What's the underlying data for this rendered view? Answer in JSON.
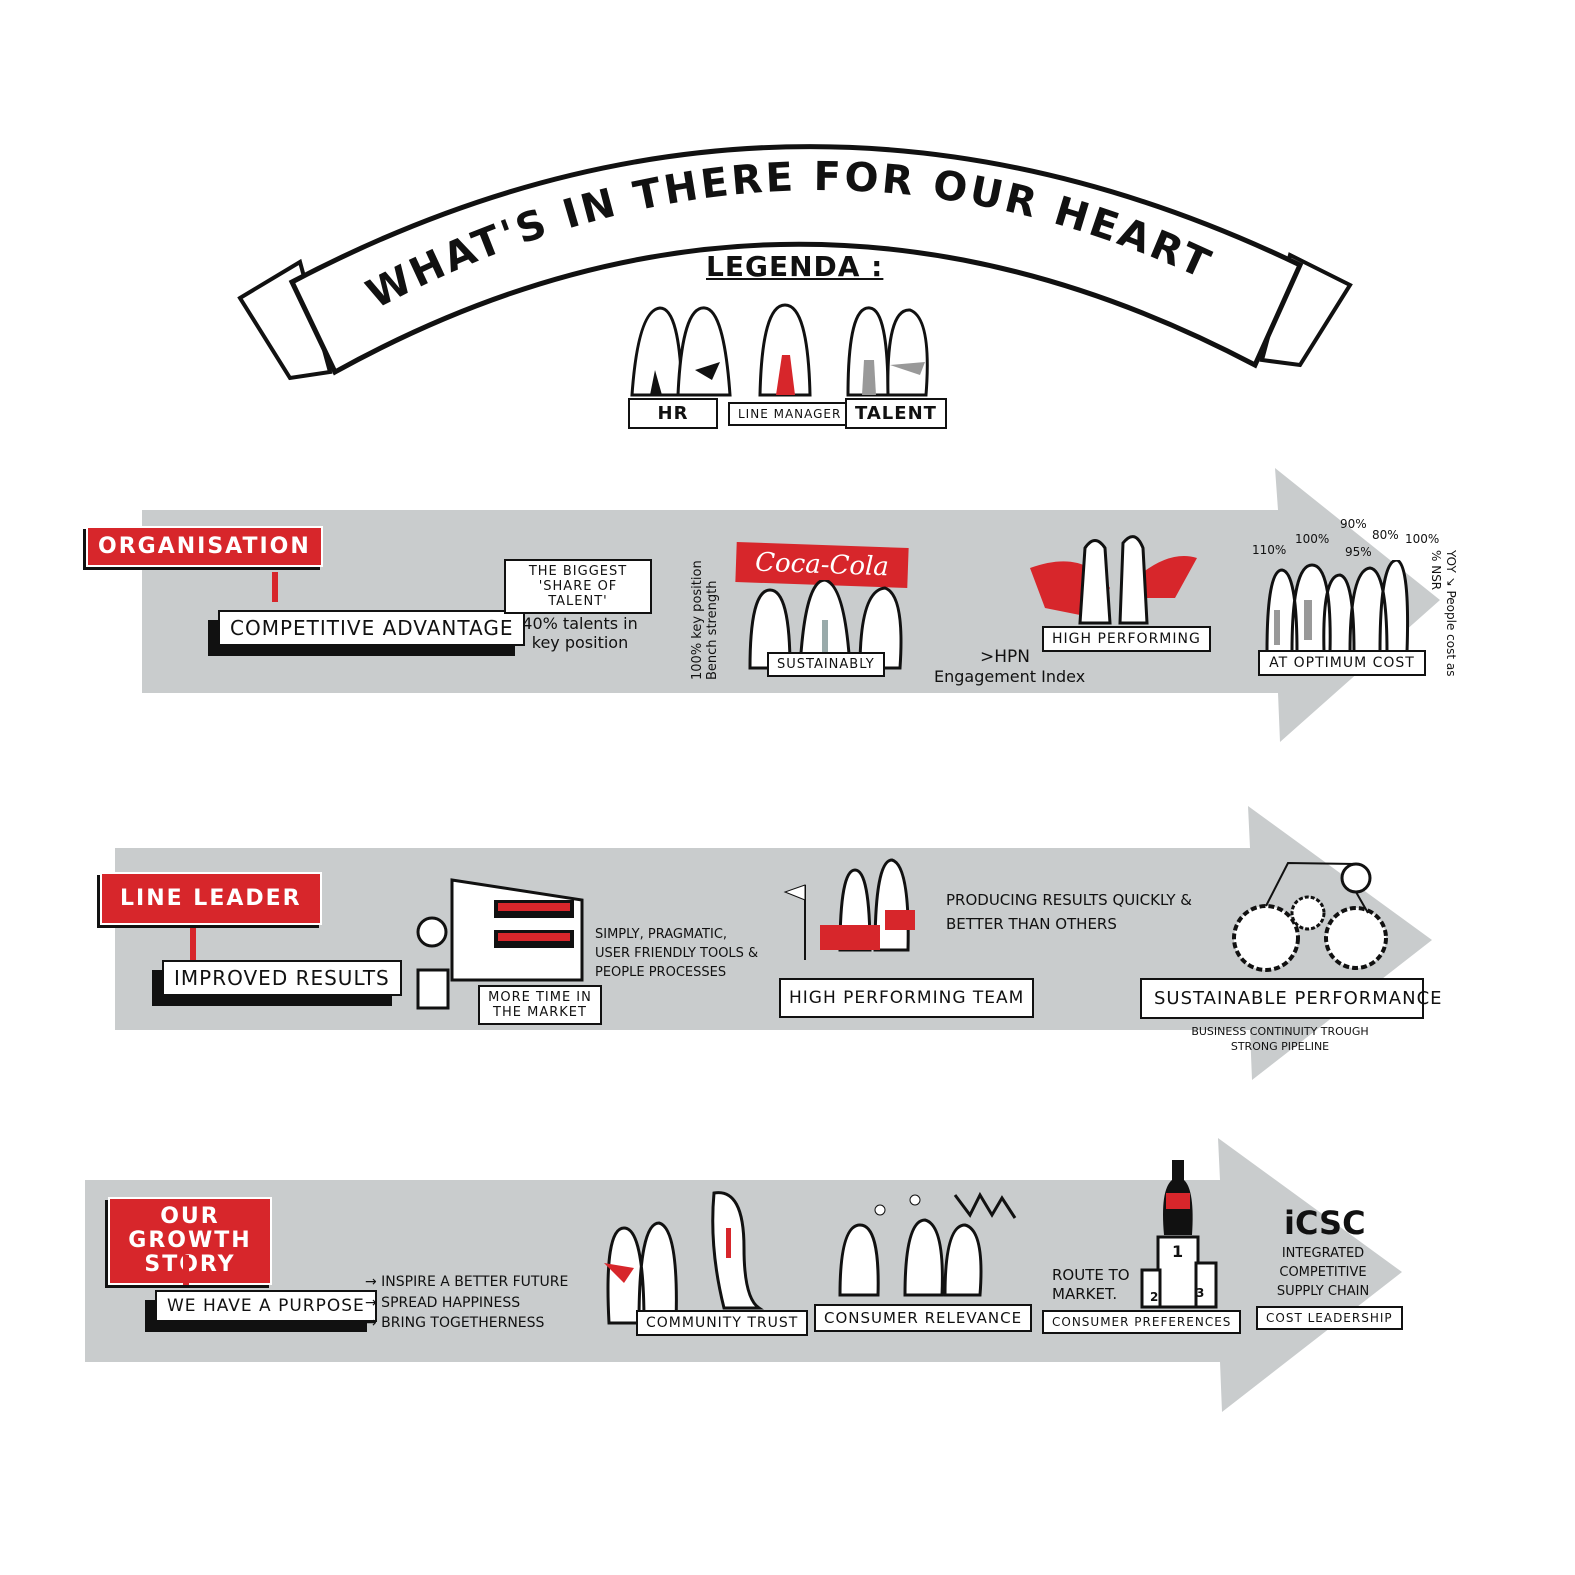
{
  "title": "WHAT'S IN THERE FOR OUR HEARTS & MINDS ?",
  "legend": {
    "heading": "LEGENDA :",
    "items": [
      "HR",
      "LINE MANAGER",
      "TALENT"
    ]
  },
  "colors": {
    "arrow": "#c9cccd",
    "red": "#d7262b",
    "black": "#111111",
    "grey": "#9a9a9a"
  },
  "rows": [
    {
      "tag": "ORGANISATION",
      "goal": "COMPETITIVE ADVANTAGE",
      "talent_box": "THE BIGGEST 'SHARE OF TALENT'",
      "talent_note": "40% talents in key position",
      "bench_note": "100% key position Bench strength",
      "banner": "Coca-Cola",
      "sustain_label": "SUSTAINABLY",
      "hpn_note": ">HPN",
      "engagement_note": "Engagement Index",
      "hp_label": "HIGH PERFORMING",
      "percentages": [
        "110%",
        "100%",
        "90%",
        "95%",
        "80%",
        "100%"
      ],
      "cost_label": "AT OPTIMUM COST",
      "yoy_note": "YOY ↘ People cost as % NSR"
    },
    {
      "tag": "LINE LEADER",
      "goal": "IMPROVED RESULTS",
      "market_label": "MORE TIME IN THE MARKET",
      "tools_note": "SIMPLY, PRAGMATIC, USER FRIENDLY TOOLS & PEOPLE PROCESSES",
      "team_label": "HIGH PERFORMING TEAM",
      "results_note": "PRODUCING RESULTS QUICKLY & BETTER THAN OTHERS",
      "perf_label": "SUSTAINABLE PERFORMANCE",
      "continuity_note": "BUSINESS CONTINUITY TROUGH STRONG PIPELINE"
    },
    {
      "tag": "OUR GROWTH STORY",
      "goal": "WE HAVE A PURPOSE",
      "purposes": [
        "→ INSPIRE A BETTER FUTURE",
        "→ SPREAD HAPPINESS",
        "→ BRING TOGETHERNESS"
      ],
      "community_label": "COMMUNITY TRUST",
      "consumer_label": "CONSUMER RELEVANCE",
      "route_note": "ROUTE TO MARKET.",
      "podium": [
        "1",
        "2",
        "3"
      ],
      "pref_label": "CONSUMER PREFERENCES",
      "icsc": "iCSC",
      "icsc_note": "INTEGRATED COMPETITIVE SUPPLY CHAIN",
      "cost_label": "COST LEADERSHIP"
    }
  ]
}
